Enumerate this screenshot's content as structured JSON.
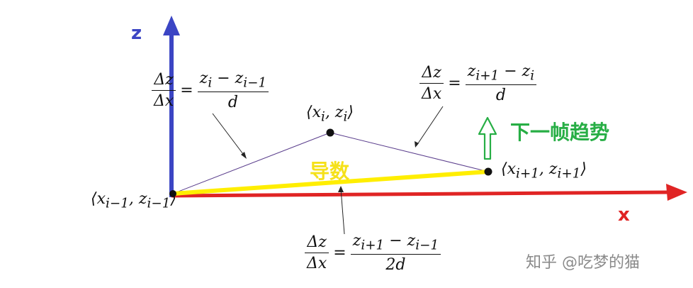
{
  "axes": {
    "z_label": "z",
    "x_label": "x"
  },
  "points": {
    "left": "⟨x<sub>i−1</sub>, z<sub>i−1</sub>⟩",
    "top": "⟨x<sub>i</sub>, z<sub>i</sub>⟩",
    "right": "⟨x<sub>i+1</sub>, z<sub>i+1</sub>⟩"
  },
  "formulas": {
    "left": {
      "lhs_num": "Δz",
      "lhs_den": "Δx",
      "eq": "=",
      "rhs_num": "z<sub>i</sub> − z<sub>i−1</sub>",
      "rhs_den": "d"
    },
    "right": {
      "lhs_num": "Δz",
      "lhs_den": "Δx",
      "eq": "=",
      "rhs_num": "z<sub>i+1</sub> − z<sub>i</sub>",
      "rhs_den": "d"
    },
    "bottom": {
      "lhs_num": "Δz",
      "lhs_den": "Δx",
      "eq": "=",
      "rhs_num": "z<sub>i+1</sub> − z<sub>i−1</sub>",
      "rhs_den": "2d"
    }
  },
  "annotations": {
    "derivative": "导数",
    "next_frame_trend": "下一帧趋势"
  },
  "watermark": "知乎 @吃梦的猫",
  "colors": {
    "z_axis": "#3b45c4",
    "x_axis": "#e02424",
    "derivative": "#ffee00",
    "derivative_text": "#f5e11a",
    "trend": "#27ae45",
    "segment": "#5a3d8c"
  }
}
